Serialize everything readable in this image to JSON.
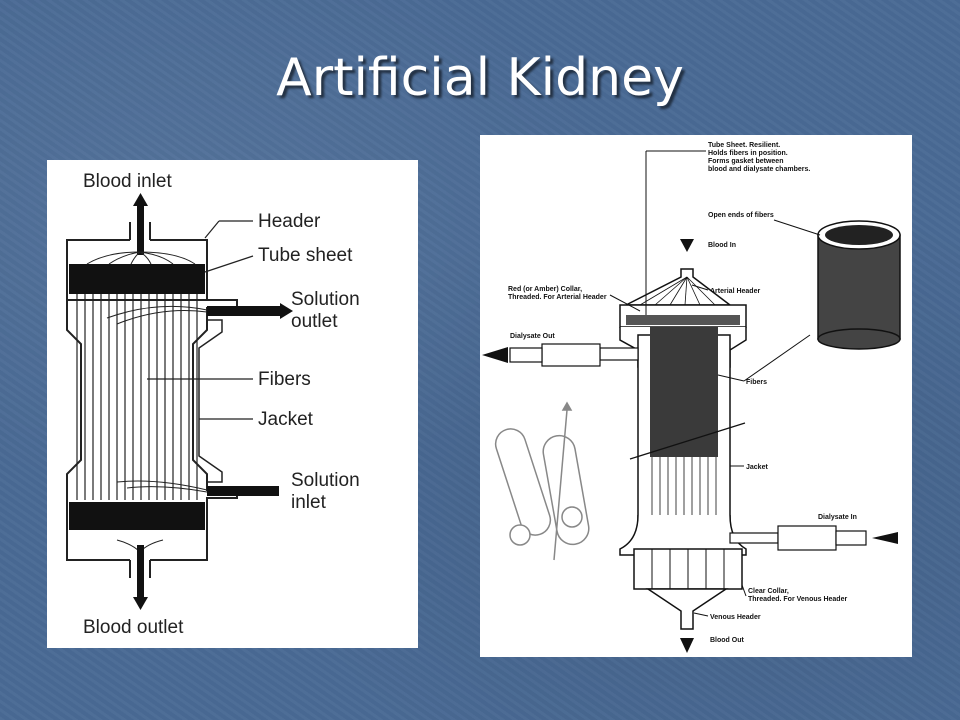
{
  "slide": {
    "title": "Artificial Kidney"
  },
  "left_diagram": {
    "labels": {
      "blood_inlet": "Blood inlet",
      "header": "Header",
      "tube_sheet": "Tube sheet",
      "solution_outlet_1": "Solution",
      "solution_outlet_2": "outlet",
      "fibers": "Fibers",
      "jacket": "Jacket",
      "solution_inlet_1": "Solution",
      "solution_inlet_2": "inlet",
      "blood_outlet": "Blood outlet"
    }
  },
  "right_diagram": {
    "labels": {
      "tube_sheet_1": "Tube Sheet. Resilient.",
      "tube_sheet_2": "Holds fibers in position.",
      "tube_sheet_3": "Forms gasket between",
      "tube_sheet_4": "blood and dialysate chambers.",
      "open_ends": "Open ends of fibers",
      "blood_in": "Blood In",
      "red_collar_1": "Red (or Amber) Collar,",
      "red_collar_2": "Threaded. For Arterial Header",
      "arterial_header": "Arterial Header",
      "dialysate_out": "Dialysate Out",
      "fibers": "Fibers",
      "jacket": "Jacket",
      "dialysate_in": "Dialysate In",
      "clear_collar_1": "Clear Collar,",
      "clear_collar_2": "Threaded. For Venous Header",
      "venous_header": "Venous Header",
      "blood_out": "Blood Out"
    }
  }
}
